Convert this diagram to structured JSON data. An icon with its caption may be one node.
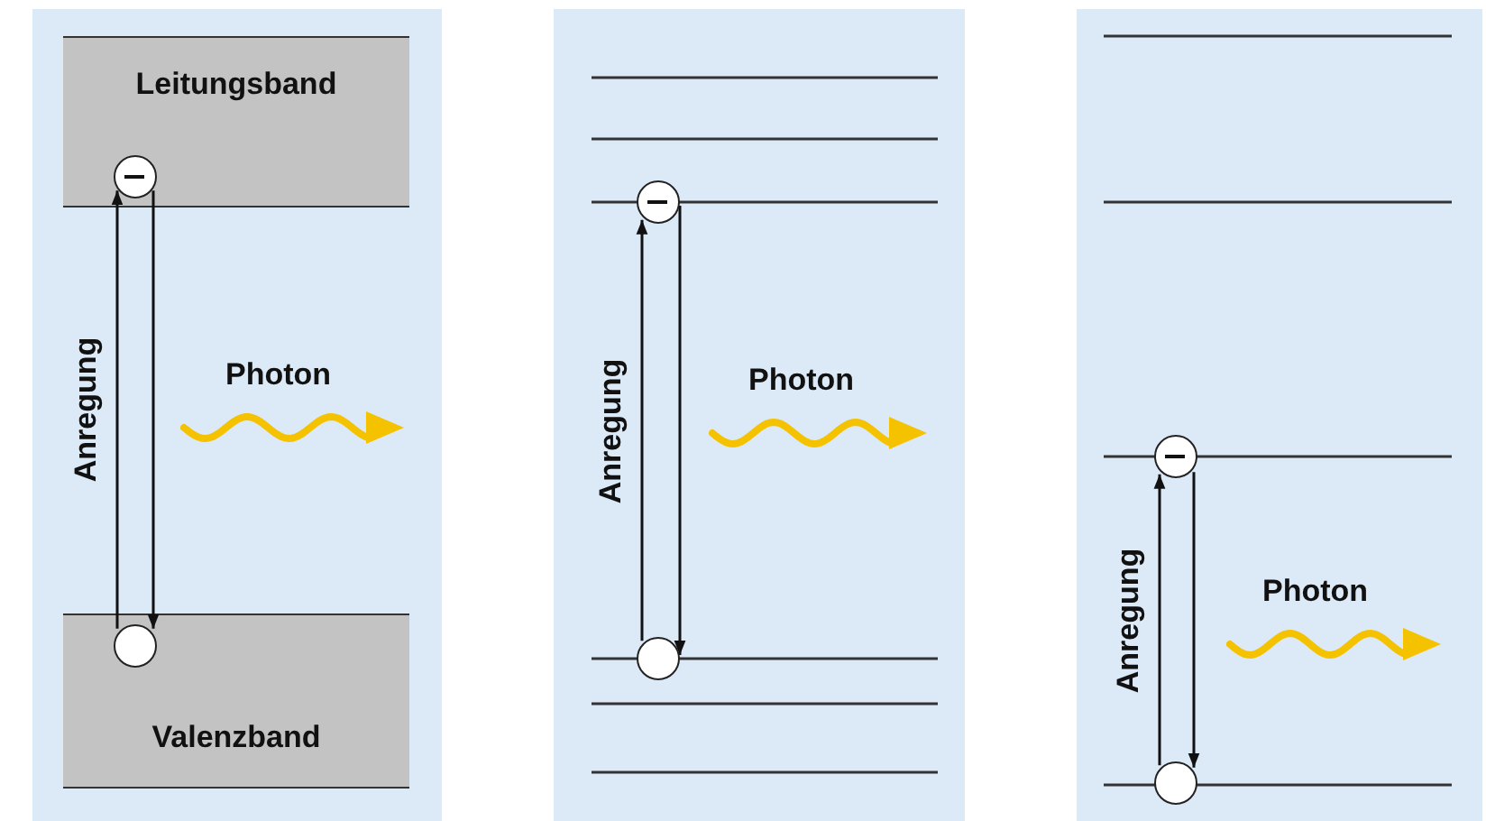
{
  "diagram": {
    "nodes": [
      {
        "text": [
          "Leitungsband"
        ]
      },
      {
        "text": [],
        "shape": "circle",
        "in": 0
      },
      {
        "text": [
          "Valenzband"
        ]
      },
      {
        "text": [],
        "shape": "circle",
        "in": 2
      },
      {
        "text": [],
        "shape": "circle"
      },
      {
        "text": [],
        "shape": "circle"
      },
      {
        "text": [],
        "shape": "circle"
      },
      {
        "text": [],
        "shape": "circle"
      }
    ],
    "edges": [
      {
        "from": 3,
        "to": 1,
        "arrow": "to",
        "label": "Anregung"
      },
      {
        "from": 1,
        "to": 3,
        "arrow": "to"
      },
      {
        "from": 5,
        "to": 4,
        "arrow": "to",
        "label": "Anregung"
      },
      {
        "from": 4,
        "to": 5,
        "arrow": "to"
      },
      {
        "from": 7,
        "to": 6,
        "arrow": "to",
        "label": "Anregung"
      },
      {
        "from": 6,
        "to": 7,
        "arrow": "to"
      }
    ],
    "labels": [
      "Photon",
      "Photon",
      "Photon"
    ]
  }
}
